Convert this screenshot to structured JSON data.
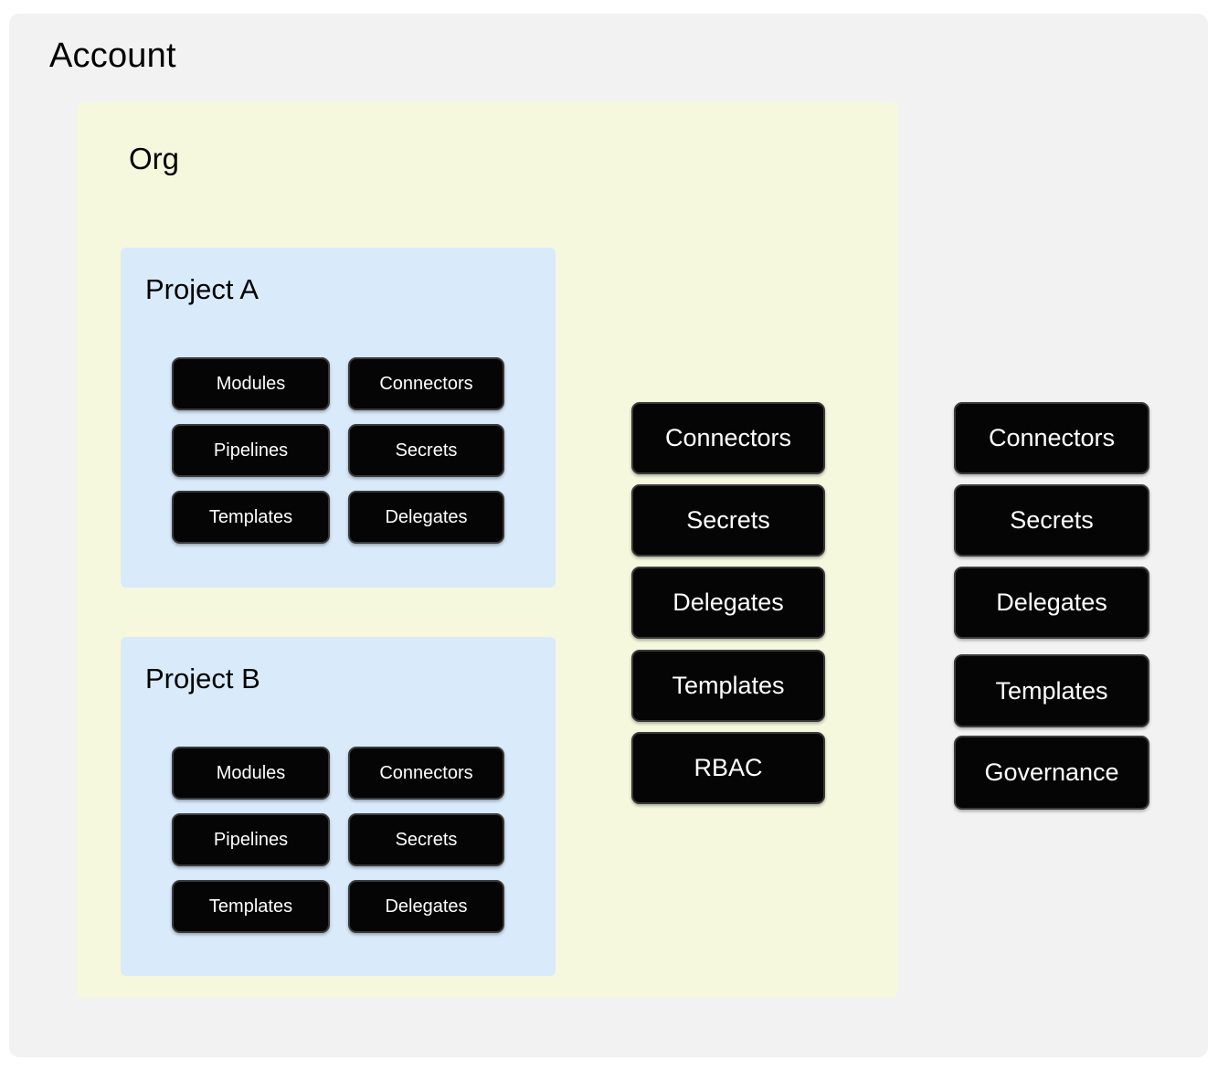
{
  "diagram": {
    "type": "nested-scope-hierarchy",
    "title": "Account"
  },
  "account": {
    "label": "Account",
    "bg_color": "#f2f2f2",
    "nodes": [
      {
        "label": "Connectors"
      },
      {
        "label": "Secrets"
      },
      {
        "label": "Delegates"
      },
      {
        "label": "Templates"
      },
      {
        "label": "Governance"
      }
    ]
  },
  "org": {
    "label": "Org",
    "bg_color": "#f5f8dd",
    "nodes": [
      {
        "label": "Connectors"
      },
      {
        "label": "Secrets"
      },
      {
        "label": "Delegates"
      },
      {
        "label": "Templates"
      },
      {
        "label": "RBAC"
      }
    ]
  },
  "projects": [
    {
      "label": "Project A",
      "bg_color": "#d9eafb",
      "nodes_left": [
        {
          "label": "Modules"
        },
        {
          "label": "Pipelines"
        },
        {
          "label": "Templates"
        }
      ],
      "nodes_right": [
        {
          "label": "Connectors"
        },
        {
          "label": "Secrets"
        },
        {
          "label": "Delegates"
        }
      ]
    },
    {
      "label": "Project B",
      "bg_color": "#d9eafb",
      "nodes_left": [
        {
          "label": "Modules"
        },
        {
          "label": "Pipelines"
        },
        {
          "label": "Templates"
        }
      ],
      "nodes_right": [
        {
          "label": "Connectors"
        },
        {
          "label": "Secrets"
        },
        {
          "label": "Delegates"
        }
      ]
    }
  ],
  "colors": {
    "page_background": "#ffffff",
    "account_background": "#f2f2f2",
    "org_background": "#f5f8dd",
    "project_background": "#d9eafb",
    "node_fill": "#050505",
    "node_border": "#3a3a3a",
    "node_text": "#ffffff",
    "heading_text": "#000000"
  }
}
